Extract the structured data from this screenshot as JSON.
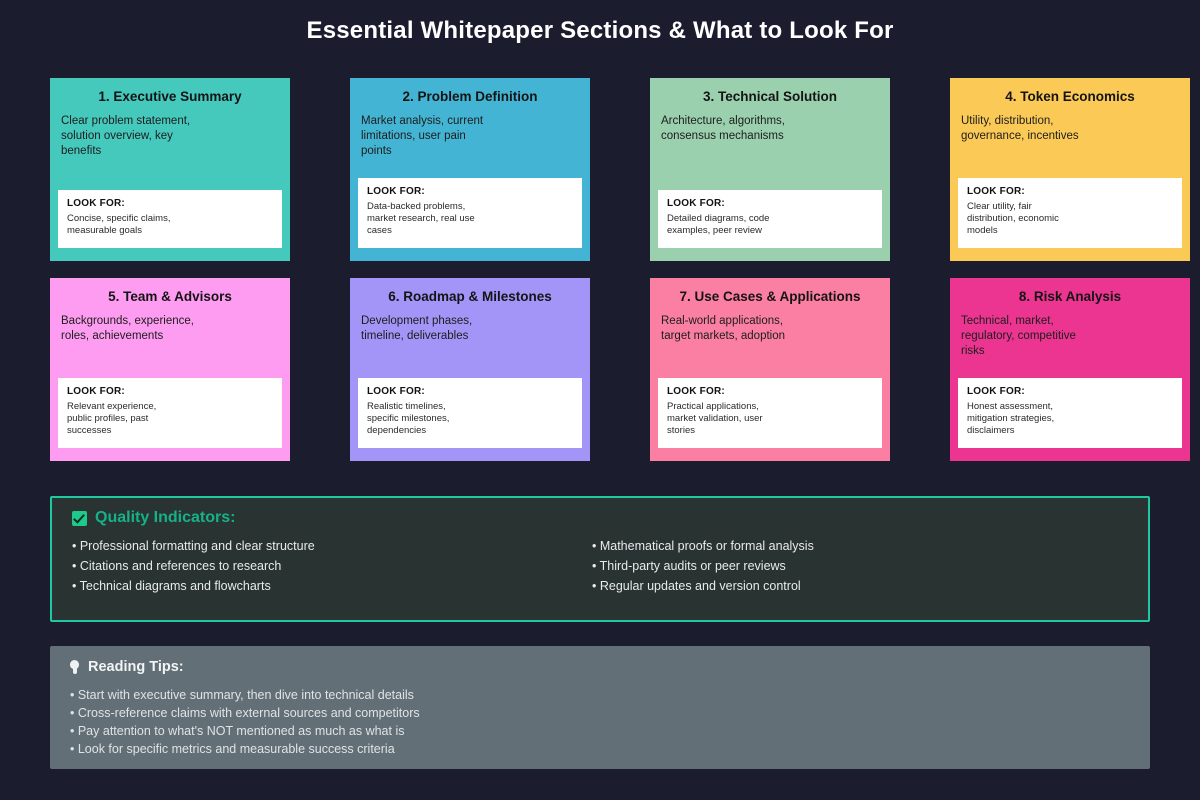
{
  "title": "Essential Whitepaper Sections & What to Look For",
  "theme": {
    "background": "#1b1c2e",
    "title_color": "#ffffff",
    "lookfor_bg": "#ffffff",
    "quality_border": "#1fc9a0",
    "quality_bg": "#293332",
    "quality_heading_color": "#16b189",
    "tips_bg": "#636f76",
    "tips_heading_color": "#f2f4f5"
  },
  "cards": [
    {
      "title": "1. Executive Summary",
      "description": "Clear problem statement,\nsolution overview, key\nbenefits",
      "lookfor_label": "LOOK FOR:",
      "lookfor_text": "Concise, specific claims,\nmeasurable goals",
      "color": "#45c9bd",
      "lines": 3
    },
    {
      "title": "2. Problem Definition",
      "description": "Market analysis, current\nlimitations, user pain\npoints",
      "lookfor_label": "LOOK FOR:",
      "lookfor_text": "Data-backed problems,\nmarket research, real use\ncases",
      "color": "#43b4d3",
      "lines": 3
    },
    {
      "title": "3. Technical Solution",
      "description": "Architecture, algorithms,\nconsensus mechanisms",
      "lookfor_label": "LOOK FOR:",
      "lookfor_text": "Detailed diagrams, code\nexamples, peer review",
      "color": "#9bd0ae",
      "lines": 2
    },
    {
      "title": "4. Token Economics",
      "description": "Utility, distribution,\ngovernance, incentives",
      "lookfor_label": "LOOK FOR:",
      "lookfor_text": "Clear utility, fair\ndistribution, economic\nmodels",
      "color": "#fbc955",
      "lines": 3
    },
    {
      "title": "5. Team & Advisors",
      "description": "Backgrounds, experience,\nroles, achievements",
      "lookfor_label": "LOOK FOR:",
      "lookfor_text": "Relevant experience,\npublic profiles, past\nsuccesses",
      "color": "#fe9cf2",
      "lines": 3
    },
    {
      "title": "6. Roadmap & Milestones",
      "description": "Development phases,\ntimeline, deliverables",
      "lookfor_label": "LOOK FOR:",
      "lookfor_text": "Realistic timelines,\nspecific milestones,\ndependencies",
      "color": "#a394f7",
      "lines": 3
    },
    {
      "title": "7. Use Cases & Applications",
      "description": "Real-world applications,\ntarget markets, adoption",
      "lookfor_label": "LOOK FOR:",
      "lookfor_text": "Practical applications,\nmarket validation, user\nstories",
      "color": "#fb7fa3",
      "lines": 3
    },
    {
      "title": "8. Risk Analysis",
      "description": "Technical, market,\nregulatory, competitive\nrisks",
      "lookfor_label": "LOOK FOR:",
      "lookfor_text": "Honest assessment,\nmitigation strategies,\ndisclaimers",
      "color": "#ec3590",
      "lines": 3
    }
  ],
  "quality": {
    "heading": "Quality Indicators:",
    "icon": "white-check-mark",
    "left_items": [
      "• Professional formatting and clear structure",
      "• Citations and references to research",
      "• Technical diagrams and flowcharts"
    ],
    "right_items": [
      "• Mathematical proofs or formal analysis",
      "• Third-party audits or peer reviews",
      "• Regular updates and version control"
    ]
  },
  "tips": {
    "heading": "Reading Tips:",
    "icon": "light-bulb",
    "items": [
      "• Start with executive summary, then dive into technical details",
      "• Cross-reference claims with external sources and competitors",
      "• Pay attention to what's NOT mentioned as much as what is",
      "• Look for specific metrics and measurable success criteria"
    ]
  }
}
